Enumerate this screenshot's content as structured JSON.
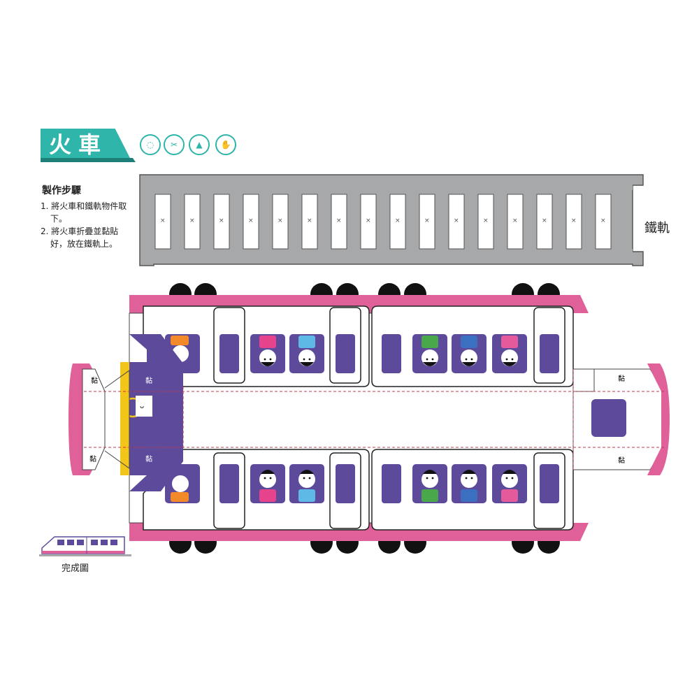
{
  "title": "火車",
  "tool_icons": [
    "glue-stick-icon",
    "scissors-icon",
    "glue-bottle-icon",
    "hand-icon"
  ],
  "tool_icon_glyphs": [
    "◌",
    "✂",
    "▲",
    "✋"
  ],
  "steps": {
    "heading": "製作步驟",
    "items": [
      "1. 將火車和鐵軌物件取下。",
      "2. 將火車折疊並黏貼好，放在鐵軌上。"
    ]
  },
  "rail_label": "鐵軌",
  "tie_mark": "×",
  "glue_mark": "黏",
  "finished_label": "完成圖",
  "colors": {
    "accent": "#2fb5a9",
    "rail_gray": "#a7a8aa",
    "train_pink": "#e0609a",
    "window_purple": "#5d4a9b",
    "wheel_black": "#111111",
    "front_yellow": "#f2c51a"
  }
}
